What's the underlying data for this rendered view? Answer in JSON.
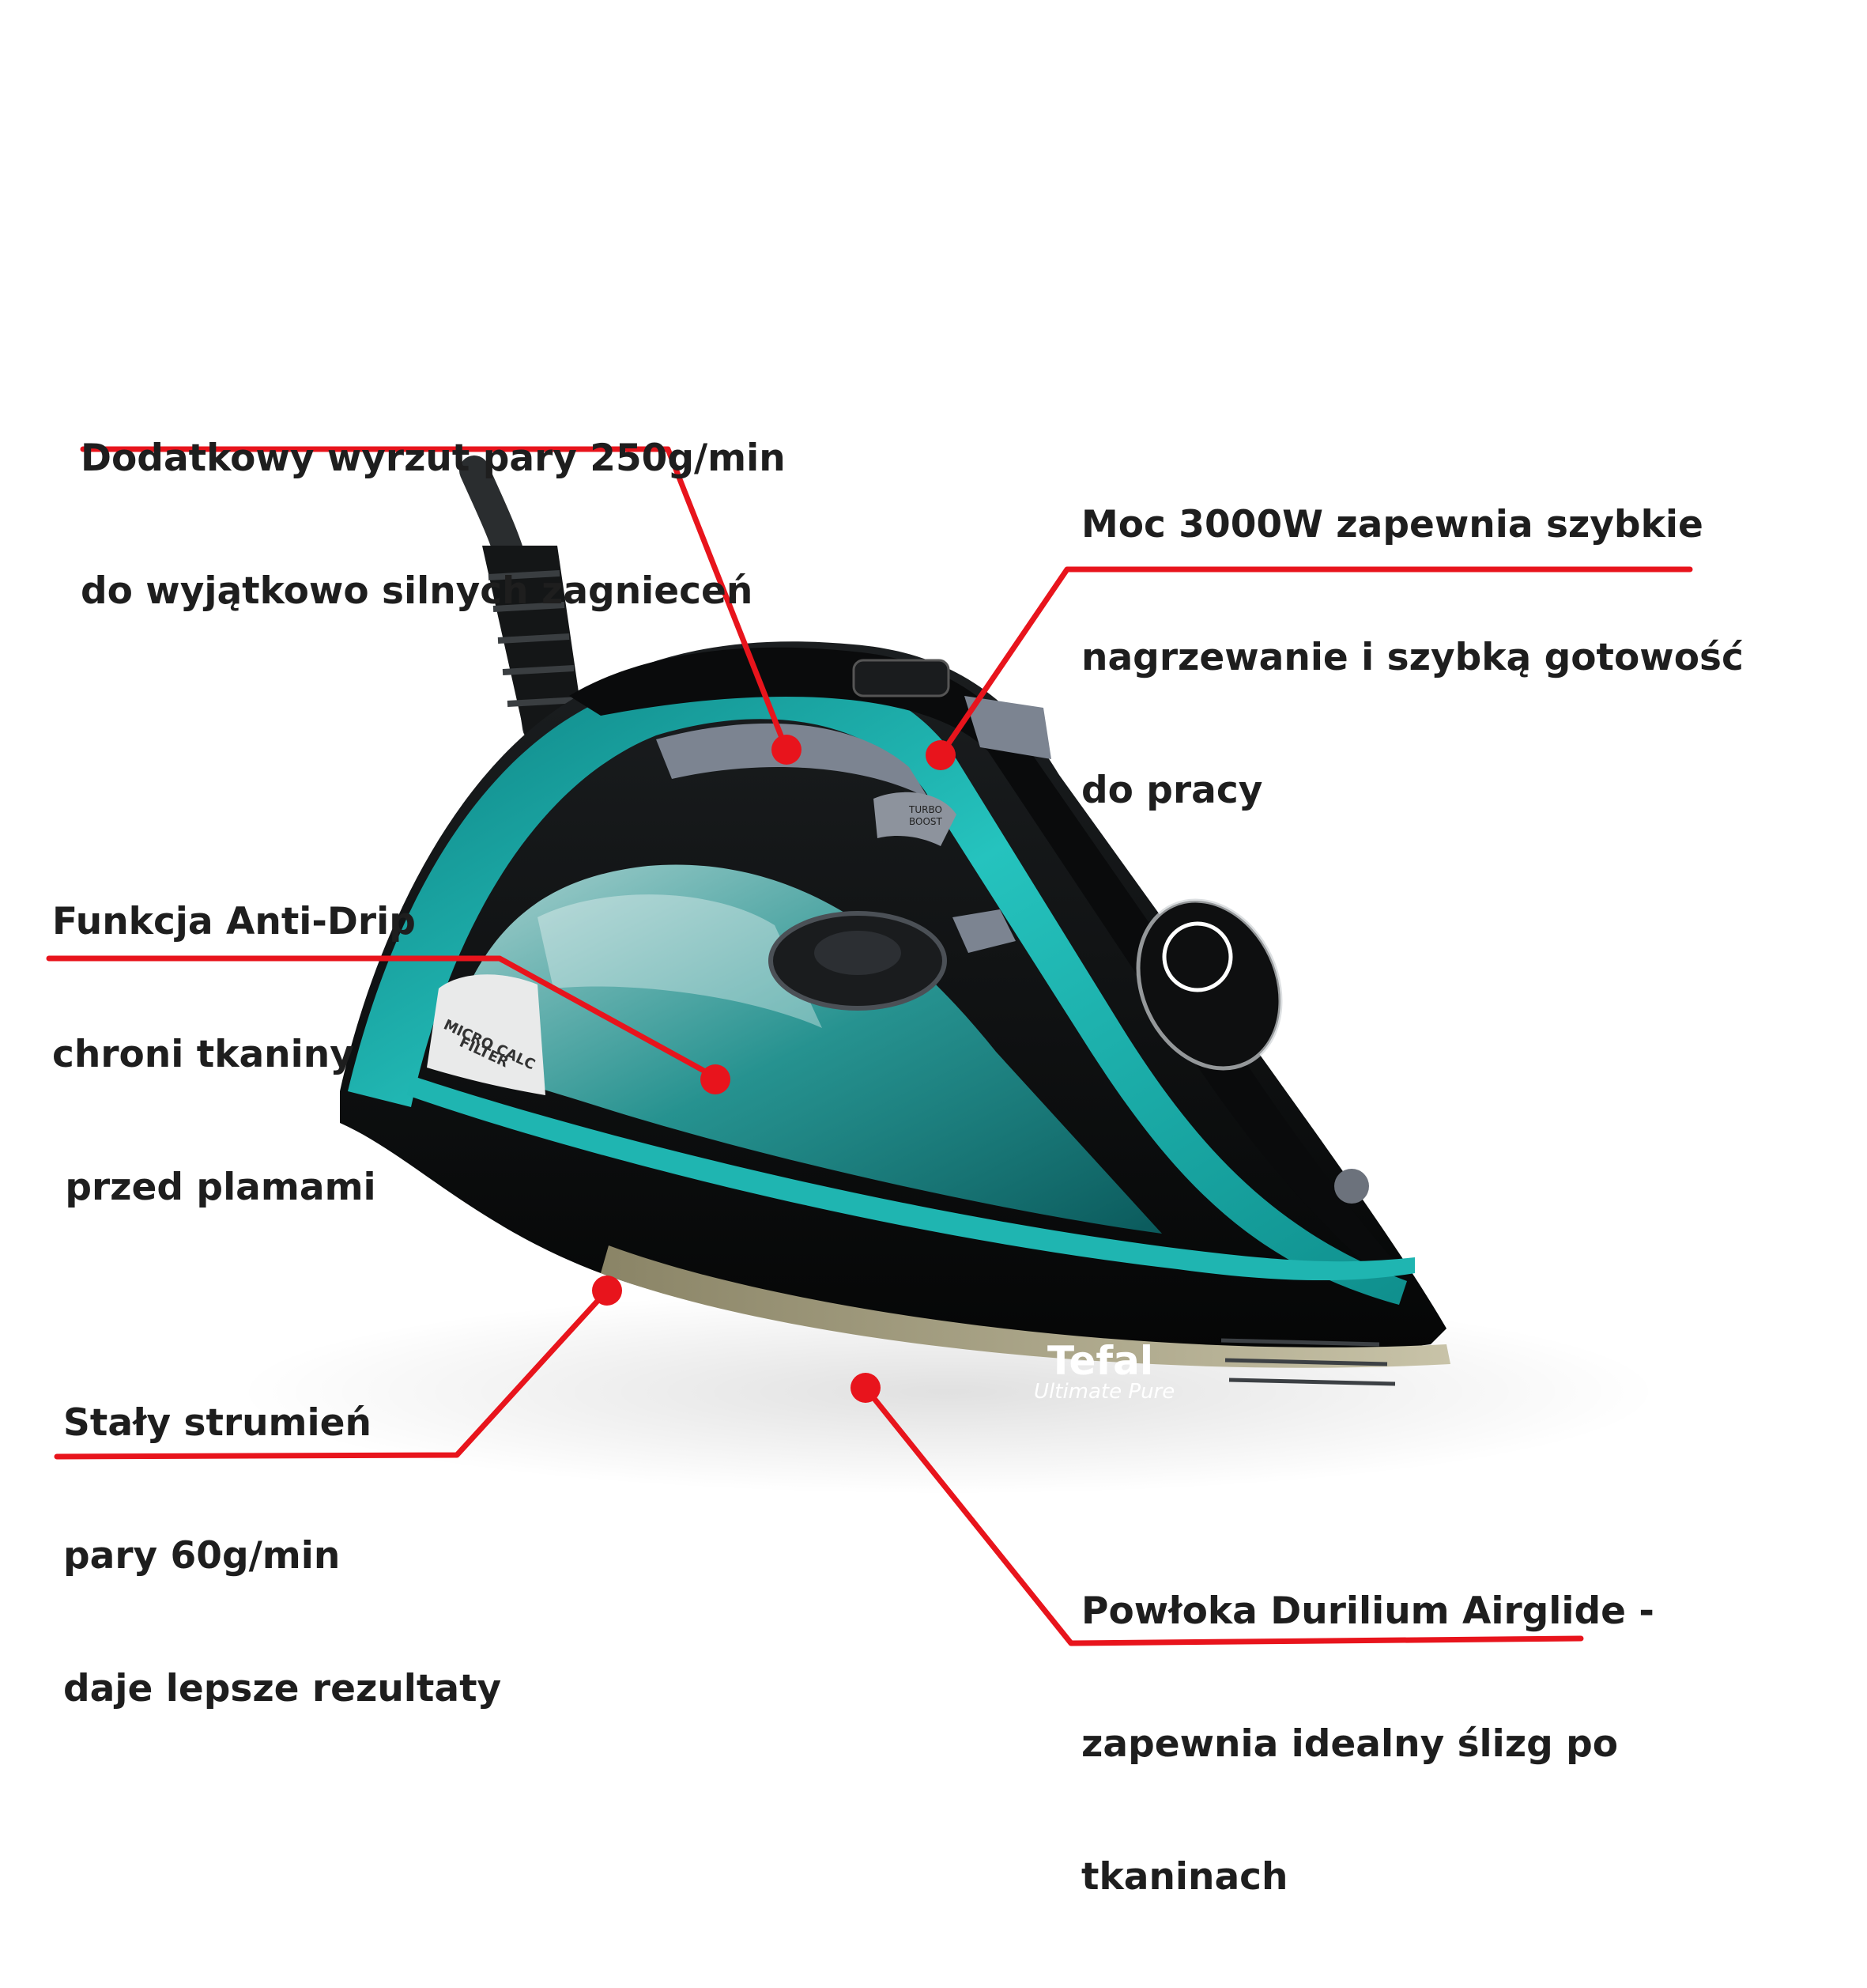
{
  "colors": {
    "callout_red": "#e8141c",
    "teal": "#1fb5b1",
    "teal_dark": "#0c6f70",
    "body_black": "#0d0f10",
    "handle_grey": "#7c8491",
    "text": "#1e1e1e"
  },
  "callouts": [
    {
      "id": "extra-steam",
      "lines": [
        "Dodatkowy wyrzut pary 250g/min",
        "do wyjątkowo silnych zagnieceń"
      ]
    },
    {
      "id": "power",
      "lines": [
        "Moc 3000W zapewnia szybkie",
        "nagrzewanie i szybką gotowość",
        "do pracy"
      ]
    },
    {
      "id": "anti-drip",
      "lines": [
        "Funkcja Anti-Drip",
        "chroni tkaniny",
        " przed plamami"
      ]
    },
    {
      "id": "steady-steam",
      "lines": [
        "Stały strumień",
        "pary 60g/min",
        "daje lepsze rezultaty"
      ]
    },
    {
      "id": "soleplate",
      "lines": [
        "Powłoka Durilium Airglide -",
        "zapewnia idealny ślizg po",
        "tkaninach"
      ]
    }
  ],
  "product": {
    "brand": "Tefal",
    "model": "Ultimate Pure",
    "filter_label": [
      "MICRO CALC",
      "FILTER"
    ],
    "button_label": [
      "TURBO",
      "BOOST"
    ]
  }
}
